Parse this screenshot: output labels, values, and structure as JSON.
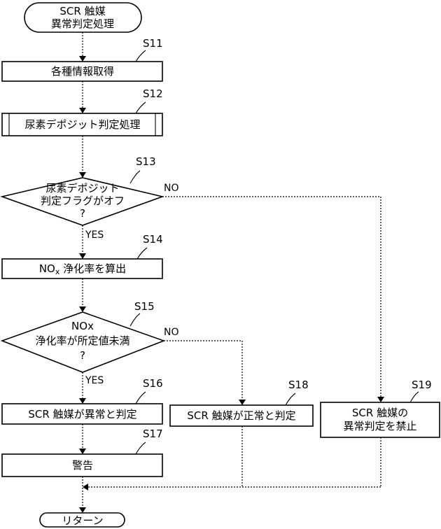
{
  "start": {
    "line1": "SCR 触媒",
    "line2": "異常判定処理"
  },
  "steps": {
    "s11": {
      "label": "S11",
      "text": "各種情報取得"
    },
    "s12": {
      "label": "S12",
      "text": "尿素デポジット判定処理"
    },
    "s13": {
      "label": "S13",
      "line1": "尿素デポジット",
      "line2": "判定フラグがオフ",
      "line3": "?"
    },
    "s14": {
      "label": "S14",
      "text_main": "NO",
      "text_sub": "x",
      "text_rest": " 浄化率を算出"
    },
    "s15": {
      "label": "S15",
      "line1": "NOx",
      "line2": "浄化率が所定値未満",
      "line3": "?"
    },
    "s16": {
      "label": "S16",
      "text": "SCR 触媒が異常と判定"
    },
    "s17": {
      "label": "S17",
      "text": "警告"
    },
    "s18": {
      "label": "S18",
      "text": "SCR 触媒が正常と判定"
    },
    "s19": {
      "label": "S19",
      "line1": "SCR 触媒の",
      "line2": "異常判定を禁止"
    }
  },
  "branches": {
    "yes": "YES",
    "no": "NO"
  },
  "end": {
    "text": "リターン"
  }
}
